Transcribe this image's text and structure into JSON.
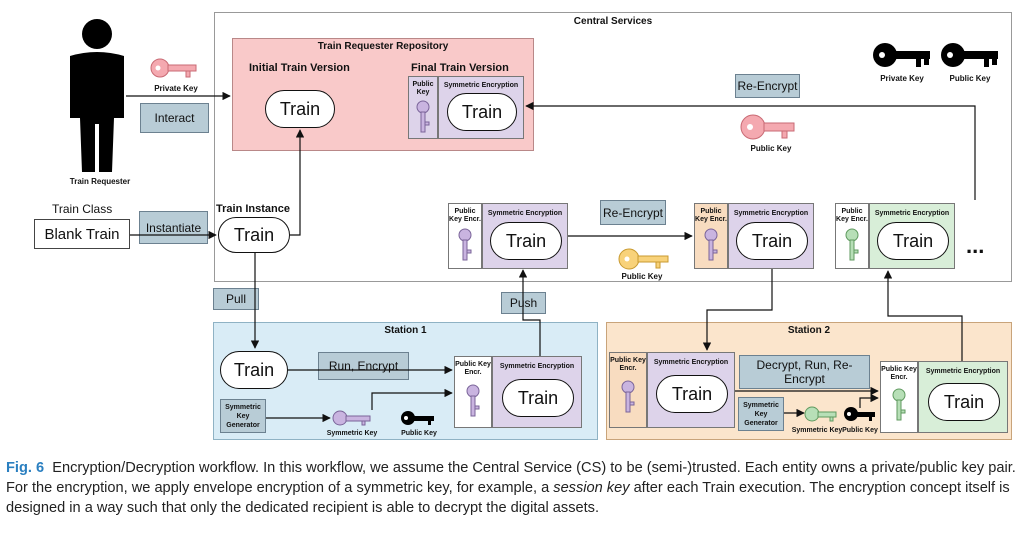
{
  "central": {
    "title": "Central Services"
  },
  "repo": {
    "title": "Train Requester Repository",
    "initial": "Initial Train Version",
    "final": "Final Train Version"
  },
  "requester": {
    "label": "Train Requester",
    "private_key": "Private Key",
    "interact": "Interact"
  },
  "train_class": {
    "label": "Train Class",
    "blank": "Blank Train",
    "instantiate": "Instantiate",
    "instance": "Train Instance"
  },
  "legend": {
    "private_key": "Private Key",
    "public_key": "Public Key"
  },
  "train": "Train",
  "pk_enc": "Public Key Encr.",
  "pk_enc_short": "Public Key Encr.",
  "public_key_short": "Public Key",
  "sym_key": "Symmetric Key",
  "sym_enc": "Symmetric Encryption",
  "sym_key_gen": "Symmetric Key Generator",
  "actions": {
    "reencrypt": "Re-Encrypt",
    "pull": "Pull",
    "push": "Push",
    "run_encrypt": "Run, Encrypt",
    "decrypt_run": "Decrypt, Run, Re-Encrypt"
  },
  "public_key_label": "Public Key",
  "ellipsis": "...",
  "station1": {
    "title": "Station 1"
  },
  "station2": {
    "title": "Station 2"
  },
  "colors": {
    "repo": "#f9c9c9",
    "station1": "#d9ecf6",
    "station2": "#fbe5cc",
    "purple": "#ddd3ea",
    "green": "#d8eed8",
    "peach": "#f8dcc0",
    "action": "#b8ccd6",
    "accent": "#2a7fc0"
  },
  "caption": {
    "fig": "Fig. 6",
    "text1": "Encryption/Decryption workflow. In this workflow, we assume the Central Service (CS) to be (semi-)trusted. Each entity owns a private/public key pair. For the encryption, we apply envelope encryption of a symmetric key, for example, a ",
    "em": "session key",
    "text2": " after each Train execution. The encryption concept itself is designed in a way such that only the dedicated recipient is able to decrypt the digital assets."
  }
}
